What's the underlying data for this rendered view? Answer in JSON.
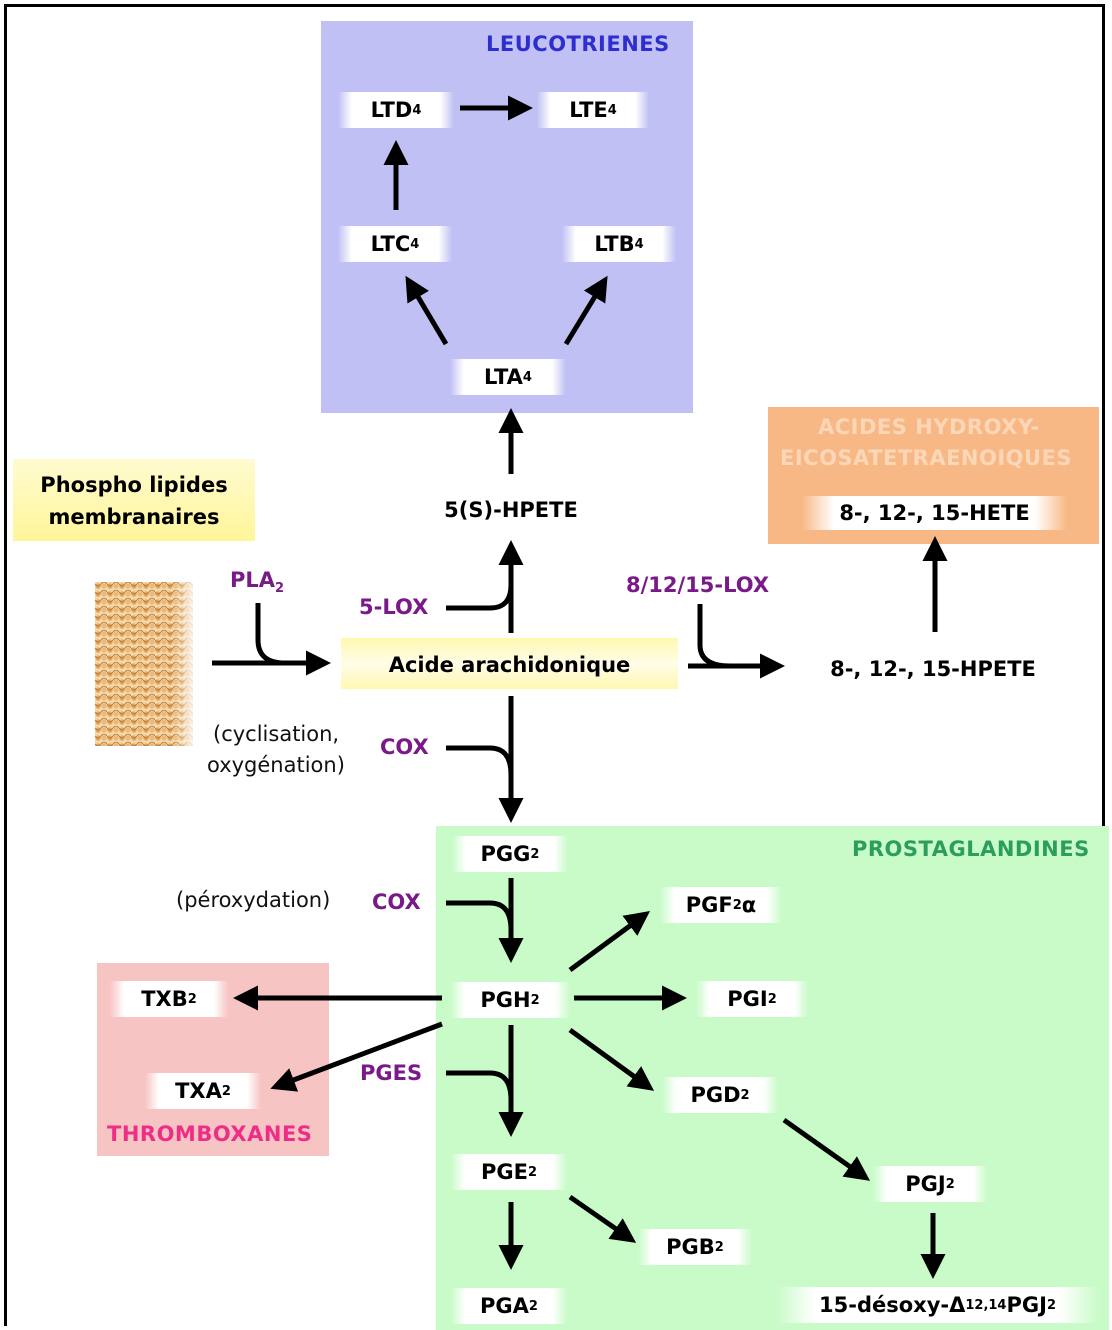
{
  "colors": {
    "leukotrienes_bg": "#c1c0f4",
    "leukotrienes_title": "#2e2ecf",
    "hete_bg": "#f8b885",
    "hete_title": "#fbd7b8",
    "prostaglandins_bg": "#c9fbc8",
    "prostaglandins_title": "#2b9e5e",
    "thromboxanes_bg": "#f7c4c4",
    "thromboxanes_title": "#ee2e86",
    "phospholipid_bg": "#fff7a3",
    "enzyme": "#7a1a88",
    "arrow": "#000000"
  },
  "regions": {
    "leukotrienes": "LEUCOTRIENES",
    "hete_line1": "ACIDES HYDROXY-",
    "hete_line2": "EICOSATETRAENOIQUES",
    "prostaglandins": "PROSTAGLANDINES",
    "thromboxanes": "THROMBOXANES"
  },
  "nodes": {
    "phospholipids_line1": "Phospho lipides",
    "phospholipids_line2": "membranaires",
    "arachidonic_acid": "Acide arachidonique",
    "hpete_5s": "5(S)-HPETE",
    "hpete_8_12_15": "8-, 12-, 15-HPETE",
    "hete_8_12_15": "8-, 12-, 15-HETE",
    "lta": {
      "base": "LTA",
      "sub": "4"
    },
    "ltb": {
      "base": "LTB",
      "sub": "4"
    },
    "ltc": {
      "base": "LTC",
      "sub": "4"
    },
    "ltd": {
      "base": "LTD",
      "sub": "4"
    },
    "lte": {
      "base": "LTE",
      "sub": "4"
    },
    "pgg": {
      "base": "PGG",
      "sub": "2"
    },
    "pgh": {
      "base": "PGH",
      "sub": "2"
    },
    "pgf": {
      "base": "PGF",
      "sub": "2",
      "suffix": "α"
    },
    "pgi": {
      "base": "PGI",
      "sub": "2"
    },
    "pgd": {
      "base": "PGD",
      "sub": "2"
    },
    "pgj": {
      "base": "PGJ",
      "sub": "2"
    },
    "pge": {
      "base": "PGE",
      "sub": "2"
    },
    "pgb": {
      "base": "PGB",
      "sub": "2"
    },
    "pga": {
      "base": "PGA",
      "sub": "2"
    },
    "txb": {
      "base": "TXB",
      "sub": "2"
    },
    "txa": {
      "base": "TXA",
      "sub": "2"
    },
    "desoxy_pgj": {
      "prefix": "15-désoxy-Δ",
      "sup": "12,14",
      "middle": " PGJ",
      "sub": "2"
    }
  },
  "enzymes": {
    "pla2": {
      "base": "PLA",
      "sub": "2"
    },
    "lox5": "5-LOX",
    "lox_8_12_15": "8/12/15-LOX",
    "cox_cyclisation": "COX",
    "cox_peroxidation": "COX",
    "pges": "PGES"
  },
  "notes": {
    "cyclisation_line1": "(cyclisation,",
    "cyclisation_line2": "oxygénation)",
    "peroxydation": "(péroxydation)"
  }
}
